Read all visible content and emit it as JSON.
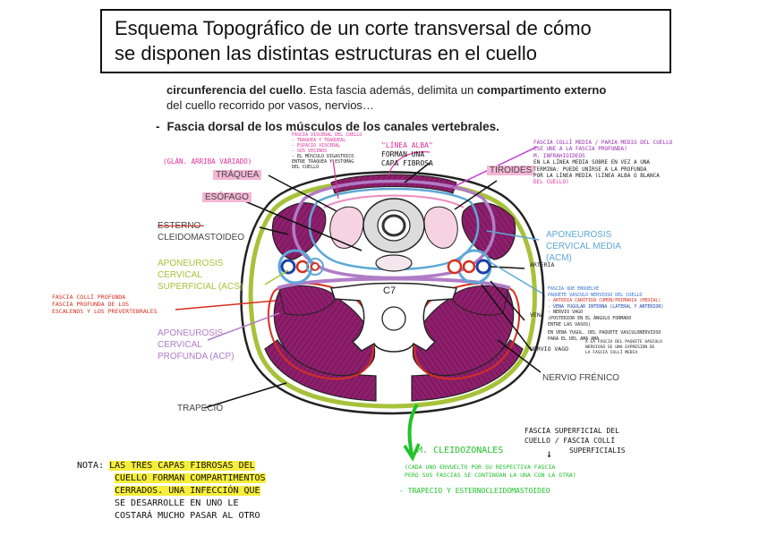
{
  "title": {
    "line1": "Esquema Topográfico de un corte transversal de cómo",
    "line2": "se disponen las distintas estructuras en el cuello"
  },
  "intro": {
    "bold1": "circunferencia del cuello",
    "text1": ". Esta fascia además, delimita un ",
    "bold2": "compartimento externo",
    "text2": "del cuello recorrido por vasos, nervios…"
  },
  "fascia_dorsal": {
    "dash": "-",
    "text": "Fascia dorsal de los músculos de los canales vertebrales."
  },
  "labels": {
    "traquea": "TRÁQUEA",
    "esofago": "ESÓFAGO",
    "tiroides": "TIROIDES",
    "esterno1": "ESTERNO-",
    "esterno2": "CLEIDOMASTOIDEO",
    "acs1": "APONEUROSIS",
    "acs2": "CERVICAL",
    "acs3": "SUPERFICIAL (ACS)",
    "acp1": "APONEUROSIS",
    "acp2": "CERVICAL",
    "acp3": "PROFUNDA (ACP)",
    "acm1": "APONEUROSIS",
    "acm2": "CERVICAL MEDIA",
    "acm3": "(ACM)",
    "trapecio": "TRAPECIO",
    "nervio_frenico": "NERVIO FRÉNICO",
    "c7": "C7"
  },
  "handwritten": {
    "glandulas": "(GLÁN. ARRIBA VARIADO)",
    "linea_alba1": "\"LÍNEA ALBA\"",
    "linea_alba2": "FORMAN UNA",
    "linea_alba3": "CAPA FIBROSA",
    "pink_top": [
      "FASCIA VISCERAL DEL CUELLO",
      "- TRAQUEA Y TRAQUEAL",
      "- ESPACIO VISCERAL",
      "- SUS VECINOS",
      "- EL MÚSCULO DIGASTRICO",
      "ENTRE TRAQUEA Y ESTOMAG",
      "DEL CUELLO"
    ],
    "purple_right": [
      "FASCIA COLLÍ MEDIA / PARIA MEDIO DEL CUELLO",
      "CSE UNE A LA FASCIA PROFUNDA)",
      "M. INFRAHIOIDEOS",
      "EN LA LÍNEA MEDIA SOBRE EN VEZ A UNA",
      "TERMINA: PUEDE UNÍRSE A LA PROFUNDA",
      "POR LA LÍNEA MEDIA (LÍNEA ALBA O BLANCA",
      "DEL CUELLO)"
    ],
    "red_left": [
      "FASCIA COLLÍ PROFUNDA",
      "FASCIA PROFUNDA DE LOS",
      "ESCALENOS Y LOS PREVERTEBRALES"
    ],
    "arteria": "ARTERIA",
    "vaina": [
      "FASCIA QUE ENVUELVE",
      "PAQUETE VASCULO NERVIOSO DEL CUELLO",
      "- ARTERIA CARÓTIDA COMÚN/PRIMARIA (MEDIAL)",
      "- VENA YUGULAR INTERNA (LATERAL Y ANTERIOR)",
      "- NERVIO VAGO",
      "(POSTERIOR EN EL ÁNGULO FORMADO",
      "ENTRE LAS VASOS)"
    ],
    "vaina_extra": [
      "EN VENA YUGUL. DEL PAQUETE VASCULONERVIOSO",
      "PARA EL DEL AMA AMA"
    ],
    "vena": "VENA",
    "nervio_vago": "NERVIO VAGO",
    "nervio_vago_note": [
      "A LA FASCIA DEL PAQUETE VASCULO",
      "NERVIOSO SE UNA EXPRESIÓN DE",
      "LA FASCIA COLLÍ MEDIA"
    ],
    "fascia_superficial": [
      "FASCIA SUPERFICIAL DEL",
      "CUELLO / FASCIA COLLÍ",
      "SUPERFICIALIS"
    ],
    "arrow_down": "↓",
    "m_cleido": "M. CLEIDOZONALES",
    "m_cleido_note": [
      "(CADA UNO ENVUELTO POR SU RESPECTIVA FASCIA",
      "PERO SUS FASCIAS SE CONTINÚAN LA UNA CON LA OTRA)"
    ],
    "trapecio_esterno": "- TRAPECIO Y ESTERNOCLEIDOMASTOIDEO"
  },
  "nota": {
    "label": "NOTA:",
    "lines": [
      "LAS TRES CAPAS FIBROSAS DEL",
      "CUELLO FORMAN COMPARTIMENTOS",
      "CERRADOS. UNA INFECCIÓN QUE",
      "SE DESARROLLE EN UNO LE",
      "COSTARÁ MUCHO PASAR AL OTRO"
    ]
  },
  "colors": {
    "green_fascia": "#a7c23a",
    "purple_fascia": "#b07cc6",
    "blue_fascia": "#5da8d6",
    "red_ink": "#d6301e",
    "magenta_ink": "#e0309a",
    "muscle": "#8e1f6c",
    "green_ink": "#22c22a"
  }
}
